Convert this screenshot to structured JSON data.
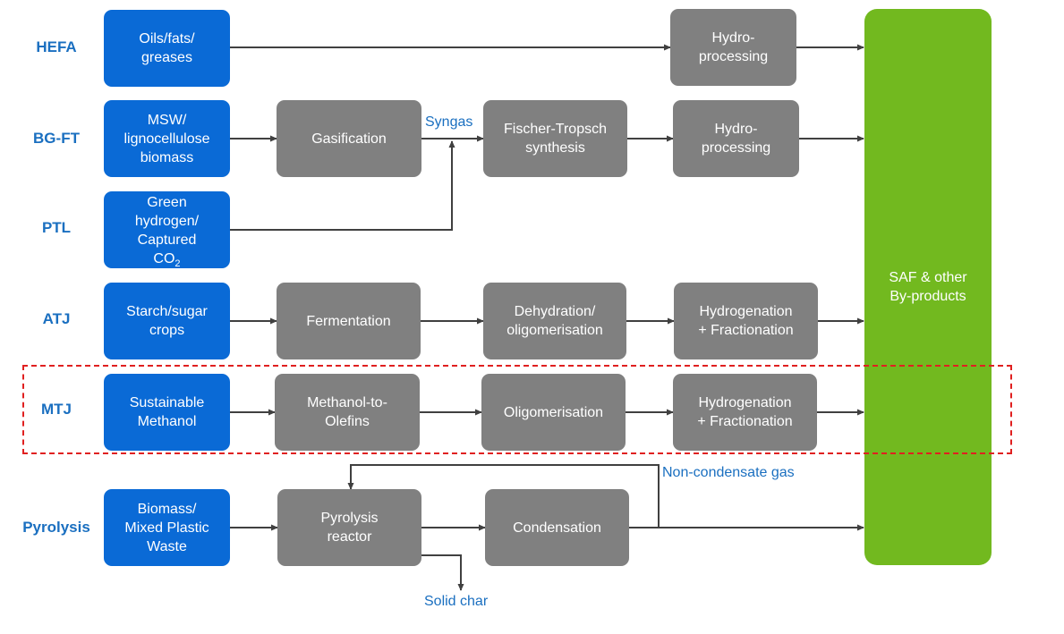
{
  "rows": {
    "hefa": {
      "label": "HEFA",
      "feedstock": "Oils/fats/\ngreases",
      "steps": [
        "Hydro-\nprocessing"
      ]
    },
    "bgft": {
      "label": "BG-FT",
      "feedstock": "MSW/\nlignocellulose\nbiomass",
      "steps": [
        "Gasification",
        "Fischer-Tropsch\nsynthesis",
        "Hydro-\nprocessing"
      ]
    },
    "ptl": {
      "label": "PTL",
      "feedstock": "Green\nhydrogen/\nCaptured\nCO",
      "feedstock_sub": "2"
    },
    "atj": {
      "label": "ATJ",
      "feedstock": "Starch/sugar\ncrops",
      "steps": [
        "Fermentation",
        "Dehydration/\noligomerisation",
        "Hydrogenation\n+ Fractionation"
      ]
    },
    "mtj": {
      "label": "MTJ",
      "feedstock": "Sustainable\nMethanol",
      "steps": [
        "Methanol-to-\nOlefins",
        "Oligomerisation",
        "Hydrogenation\n+ Fractionation"
      ]
    },
    "pyrolysis": {
      "label": "Pyrolysis",
      "feedstock": "Biomass/\nMixed Plastic\nWaste",
      "steps": [
        "Pyrolysis\nreactor",
        "Condensation"
      ]
    }
  },
  "output": "SAF & other\nBy-products",
  "annotations": {
    "syngas": "Syngas",
    "non_condensate_gas": "Non-condensate gas",
    "solid_char": "Solid char"
  },
  "colors": {
    "label_text": "#1a6fc0",
    "feedstock_box": "#0a6ad6",
    "process_box": "#808080",
    "output_box": "#72b91f",
    "highlight_border": "#e02020",
    "arrow": "#404040"
  }
}
